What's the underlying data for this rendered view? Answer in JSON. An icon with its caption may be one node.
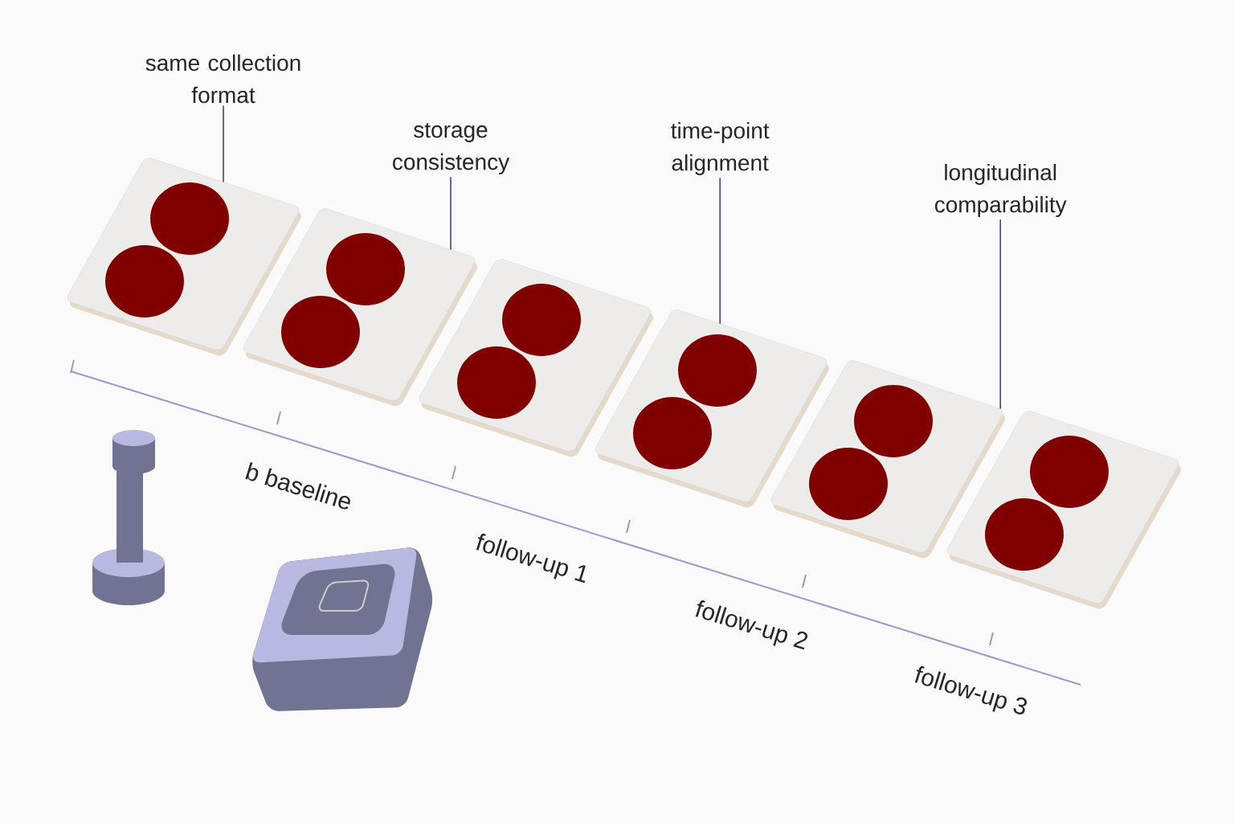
{
  "diagram": {
    "nodes": [
      {
        "text": [
          "same collection format"
        ]
      },
      {
        "text": [
          "storage consistency"
        ]
      },
      {
        "text": [
          "time-point alignment"
        ]
      },
      {
        "text": [
          "longitudinal comparability"
        ]
      },
      {
        "text": [],
        "shape": "box"
      },
      {
        "text": [],
        "shape": "box"
      },
      {
        "text": [],
        "shape": "box"
      },
      {
        "text": [],
        "shape": "box"
      },
      {
        "text": [],
        "shape": "box"
      },
      {
        "text": [],
        "shape": "box"
      }
    ],
    "edges": [
      {
        "from": 0,
        "to": 4,
        "arrow": "none"
      },
      {
        "from": 1,
        "to": 5,
        "arrow": "none"
      },
      {
        "from": 2,
        "to": 7,
        "arrow": "none"
      },
      {
        "from": 3,
        "to": 8,
        "arrow": "none"
      }
    ],
    "labels": [
      "b baseline",
      "follow-up 1",
      "follow-up 2",
      "follow-up 3"
    ]
  }
}
